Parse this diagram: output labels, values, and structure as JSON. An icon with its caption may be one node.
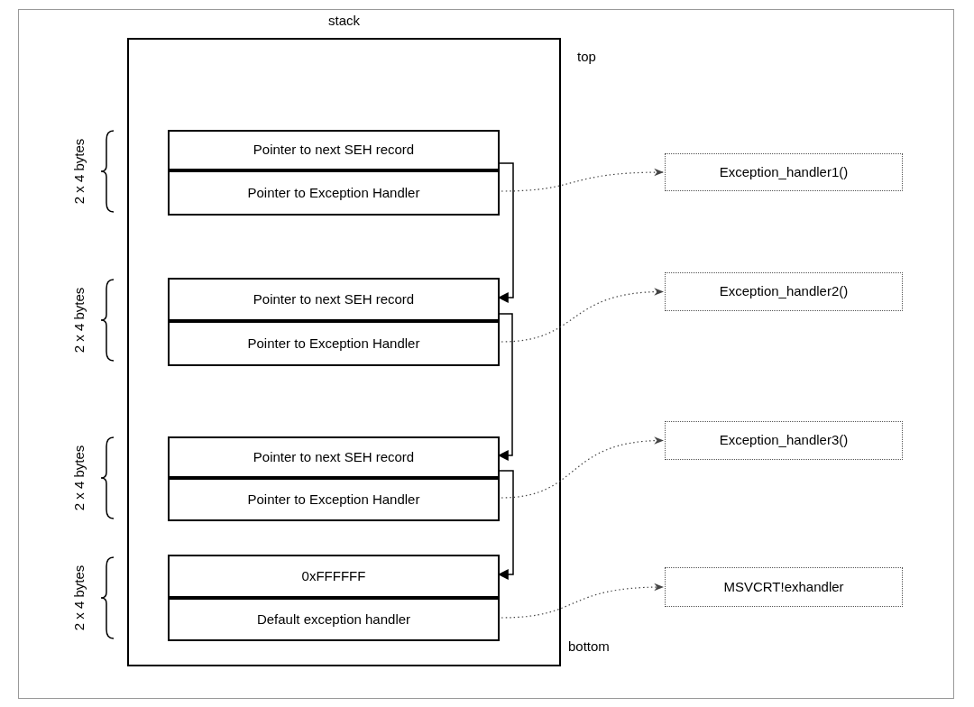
{
  "diagram": {
    "nodes": [
      {
        "text": [
          "stack"
        ]
      },
      {
        "text": [
          "Pointer to next SEH record"
        ],
        "in": 0
      },
      {
        "text": [
          "Pointer to Exception Handler"
        ],
        "in": 0
      },
      {
        "text": [
          "Pointer to next SEH record"
        ],
        "in": 0
      },
      {
        "text": [
          "Pointer to Exception Handler"
        ],
        "in": 0
      },
      {
        "text": [
          "Pointer to next SEH record"
        ],
        "in": 0
      },
      {
        "text": [
          "Pointer to Exception Handler"
        ],
        "in": 0
      },
      {
        "text": [
          "0xFFFFFF"
        ],
        "in": 0
      },
      {
        "text": [
          "Default exception handler"
        ],
        "in": 0
      },
      {
        "text": [
          "Exception_handler1()"
        ]
      },
      {
        "text": [
          "Exception_handler2()"
        ]
      },
      {
        "text": [
          "Exception_handler3()"
        ]
      },
      {
        "text": [
          "MSVCRT!exhandler"
        ]
      }
    ],
    "edges": [
      {
        "from": 1,
        "to": 3,
        "arrow": "to"
      },
      {
        "from": 3,
        "to": 5,
        "arrow": "to"
      },
      {
        "from": 5,
        "to": 7,
        "arrow": "to"
      },
      {
        "from": 2,
        "to": 9,
        "arrow": "to",
        "style": "dashed"
      },
      {
        "from": 4,
        "to": 10,
        "arrow": "to",
        "style": "dashed"
      },
      {
        "from": 6,
        "to": 11,
        "arrow": "to",
        "style": "dashed"
      },
      {
        "from": 8,
        "to": 12,
        "arrow": "to",
        "style": "dashed"
      }
    ],
    "labels": [
      "top",
      "2 x 4 bytes",
      "2 x 4 bytes",
      "2 x 4 bytes",
      "2 x 4 bytes",
      "bottom"
    ]
  }
}
